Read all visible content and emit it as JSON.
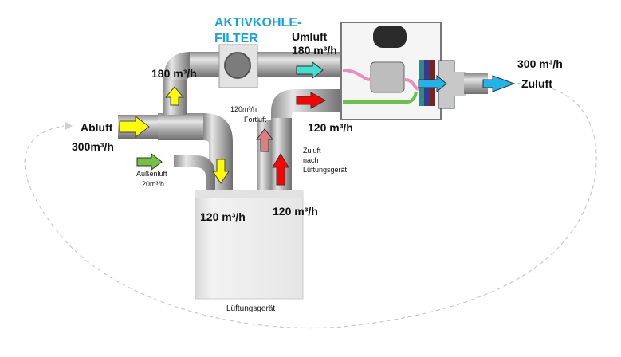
{
  "title": {
    "line1": "AKTIVKOHLE-",
    "line2": "FILTER"
  },
  "labels": {
    "umluft": "Umluft",
    "umluft_flow": "180 m³/h",
    "zuluft_flow": "300 m³/h",
    "zuluft": "Zuluft",
    "branch_flow": "180 m³/h",
    "abluft": "Abluft",
    "abluft_flow": "300m³/h",
    "aussenluft": "Außenluft",
    "aussenluft_flow": "120m³/h",
    "fortluft_flow": "120m³/h",
    "fortluft": "Fortluft",
    "supply_return_flow": "120 m³/h",
    "zuluft_nach_line1": "Zuluft",
    "zuluft_nach_line2": "nach",
    "zuluft_nach_line3": "Lüftungsgerät",
    "unit_left_flow": "120 m³/h",
    "unit_right_flow": "120 m³/h",
    "unit_name": "Lüftungsgerät"
  },
  "colors": {
    "title": "#1ba3d8",
    "exhaust_arrow": "#ffff00",
    "outdoor_arrow": "#76c043",
    "recirc_arrow": "#3fe0d0",
    "supply_arrow": "#1fb4ea",
    "warm_arrow": "#ff0000",
    "fortluft_arrow": "#d98080"
  }
}
